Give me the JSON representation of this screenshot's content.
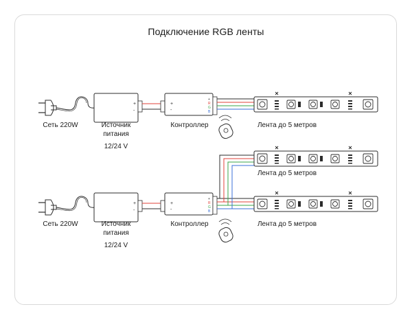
{
  "title": "Подключение RGB ленты",
  "rows": [
    {
      "mains_label": "Сеть 220W",
      "psu_label_line1": "Источник",
      "psu_label_line2": "питания",
      "psu_voltage": "12/24 V",
      "controller_label": "Контроллер",
      "strips": [
        "Лента до 5 метров"
      ]
    },
    {
      "mains_label": "Сеть 220W",
      "psu_label_line1": "Источник",
      "psu_label_line2": "питания",
      "psu_voltage": "12/24 V",
      "controller_label": "Контроллер",
      "strips": [
        "Лента до 5 метров",
        "Лента до 5 метров"
      ]
    }
  ],
  "terminal_marks": {
    "psu_plus": "+",
    "psu_minus": "-",
    "ctrl_in_plus": "+",
    "ctrl_in_minus": "-",
    "ctrl_out": [
      "+",
      "R",
      "G",
      "B"
    ]
  },
  "colors": {
    "outline": "#2b2b2b",
    "wire_red": "#e0403a",
    "wire_green": "#3aa64a",
    "wire_blue": "#3a6fd8",
    "wire_black": "#2b2b2b"
  }
}
